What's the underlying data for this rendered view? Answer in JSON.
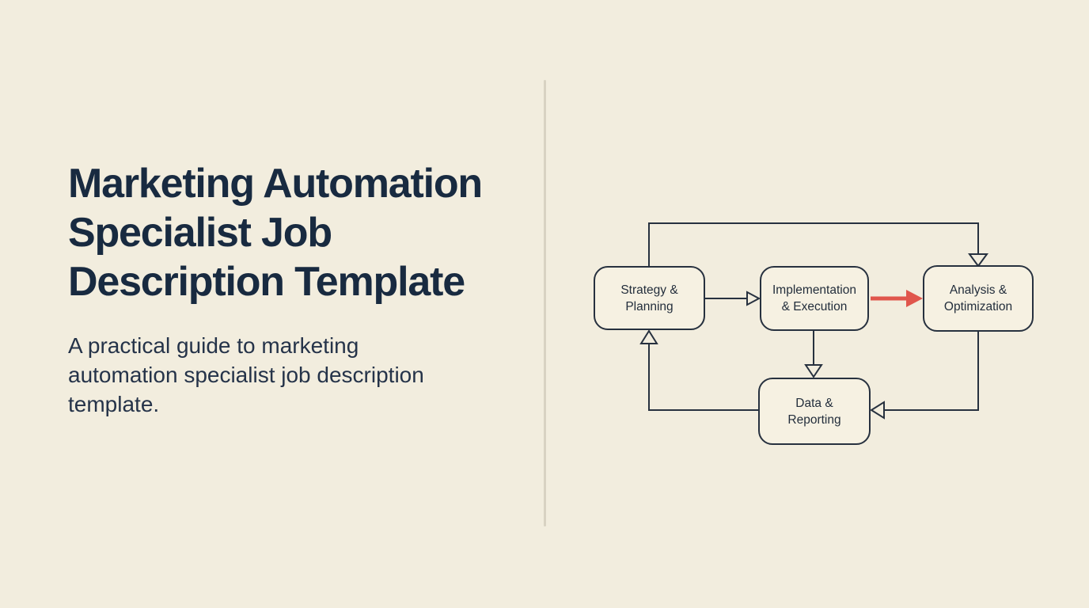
{
  "page": {
    "background_color": "#f2edde",
    "divider_color": "#d8d2c2"
  },
  "left_panel": {
    "title": "Marketing Automation\nSpecialist Job\nDescription Template",
    "subtitle": "A practical guide to marketing\nautomation specialist job description\ntemplate."
  },
  "flowchart": {
    "line_color": "#27313f",
    "accent_arrow_color": "#e0564c",
    "node_fill": "#f6f1e2",
    "node_border_color": "#27313f",
    "nodes": [
      {
        "id": "strategy-planning",
        "label": "Strategy &\nPlanning"
      },
      {
        "id": "implementation-execution",
        "label": "Implementation\n& Execution"
      },
      {
        "id": "analysis-optimization",
        "label": "Analysis &\nOptimization"
      },
      {
        "id": "data-reporting",
        "label": "Data &\nReporting"
      }
    ],
    "edges": [
      {
        "from": "strategy-planning",
        "to": "implementation-execution",
        "style": "outline-arrow",
        "route": "direct-right"
      },
      {
        "from": "implementation-execution",
        "to": "analysis-optimization",
        "style": "red-filled-arrow",
        "route": "direct-right"
      },
      {
        "from": "strategy-planning",
        "to": "analysis-optimization",
        "style": "outline-arrow",
        "route": "over-the-top"
      },
      {
        "from": "implementation-execution",
        "to": "data-reporting",
        "style": "outline-arrow",
        "route": "direct-down"
      },
      {
        "from": "analysis-optimization",
        "to": "data-reporting",
        "style": "outline-arrow",
        "route": "down-then-left"
      },
      {
        "from": "data-reporting",
        "to": "strategy-planning",
        "style": "outline-arrow",
        "route": "left-then-up"
      }
    ]
  }
}
